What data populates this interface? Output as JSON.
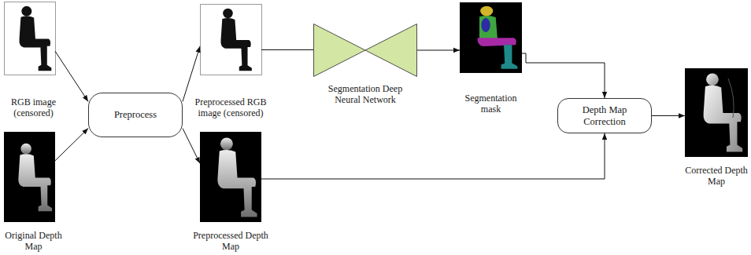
{
  "diagram": {
    "nodes": [
      {
        "text": [
          "RGB image (censored)"
        ]
      },
      {
        "text": [
          "Original Depth Map"
        ]
      },
      {
        "text": [
          "Preprocess"
        ]
      },
      {
        "text": [
          "Preprocessed RGB image (censored)"
        ]
      },
      {
        "text": [
          "Preprocessed Depth Map"
        ]
      },
      {
        "text": [
          "Segmentation Deep Neural Network"
        ]
      },
      {
        "text": [
          "Segmentation mask"
        ]
      },
      {
        "text": [
          "Depth Map Correction"
        ]
      },
      {
        "text": [
          "Corrected Depth Map"
        ]
      }
    ],
    "edges": [
      {
        "from": 0,
        "to": 2,
        "arrow": "to"
      },
      {
        "from": 1,
        "to": 2,
        "arrow": "to"
      },
      {
        "from": 2,
        "to": 3,
        "arrow": "to"
      },
      {
        "from": 2,
        "to": 4,
        "arrow": "to"
      },
      {
        "from": 3,
        "to": 5,
        "arrow": "none"
      },
      {
        "from": 5,
        "to": 6,
        "arrow": "to"
      },
      {
        "from": 6,
        "to": 7,
        "arrow": "to"
      },
      {
        "from": 4,
        "to": 7,
        "arrow": "to"
      },
      {
        "from": 7,
        "to": 8,
        "arrow": "to"
      }
    ]
  }
}
